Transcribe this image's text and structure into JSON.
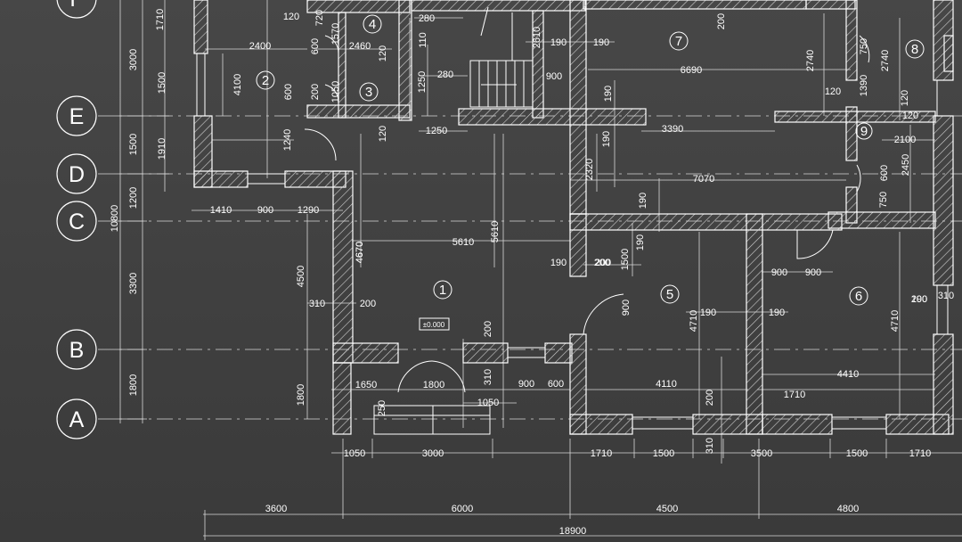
{
  "axes": [
    {
      "id": "A",
      "label": "A"
    },
    {
      "id": "B",
      "label": "B"
    },
    {
      "id": "C",
      "label": "C"
    },
    {
      "id": "D",
      "label": "D"
    },
    {
      "id": "E",
      "label": "E"
    },
    {
      "id": "F",
      "label": "F"
    }
  ],
  "rooms": [
    "1",
    "2",
    "3",
    "4",
    "5",
    "6",
    "7",
    "8",
    "9"
  ],
  "level_mark": "±0.000",
  "left_dims": [
    "1710",
    "3000",
    "1500",
    "1500",
    "1910",
    "1200",
    "10800",
    "3300",
    "1800",
    "4100",
    "600",
    "200",
    "1050",
    "1570",
    "600",
    "720",
    "1240",
    "4500",
    "4670",
    "1800"
  ],
  "top_dims": [
    "120",
    "2400",
    "2460",
    "120",
    "120",
    "280",
    "110",
    "2610",
    "1250",
    "280",
    "900",
    "190",
    "190",
    "6690",
    "2740",
    "750",
    "2740",
    "120",
    "1390",
    "120",
    "200",
    "120",
    "190",
    "3390",
    "190",
    "1250",
    "2100",
    "2450",
    "600",
    "750",
    "7070",
    "2320",
    "1410",
    "900",
    "1290",
    "5610",
    "5610",
    "190",
    "190",
    "200",
    "1500",
    "190",
    "4670"
  ],
  "middle_dims": [
    "310",
    "200",
    "310",
    "200",
    "900",
    "190",
    "190",
    "4710",
    "4710",
    "900",
    "900",
    "200",
    "190",
    "200",
    "1650",
    "1800",
    "310",
    "900",
    "600",
    "1050",
    "250",
    "4110",
    "200",
    "1710",
    "4410"
  ],
  "bottom_row1": [
    "1050",
    "3000",
    "1710",
    "1500",
    "310",
    "3500",
    "1500",
    "1710"
  ],
  "bottom_row2": [
    "3600",
    "6000",
    "4500",
    "4800"
  ],
  "bottom_total": "18900",
  "colors": {
    "background": "#3f3f3f",
    "line": "#ffffff",
    "hatch": "#cfcfcf"
  }
}
